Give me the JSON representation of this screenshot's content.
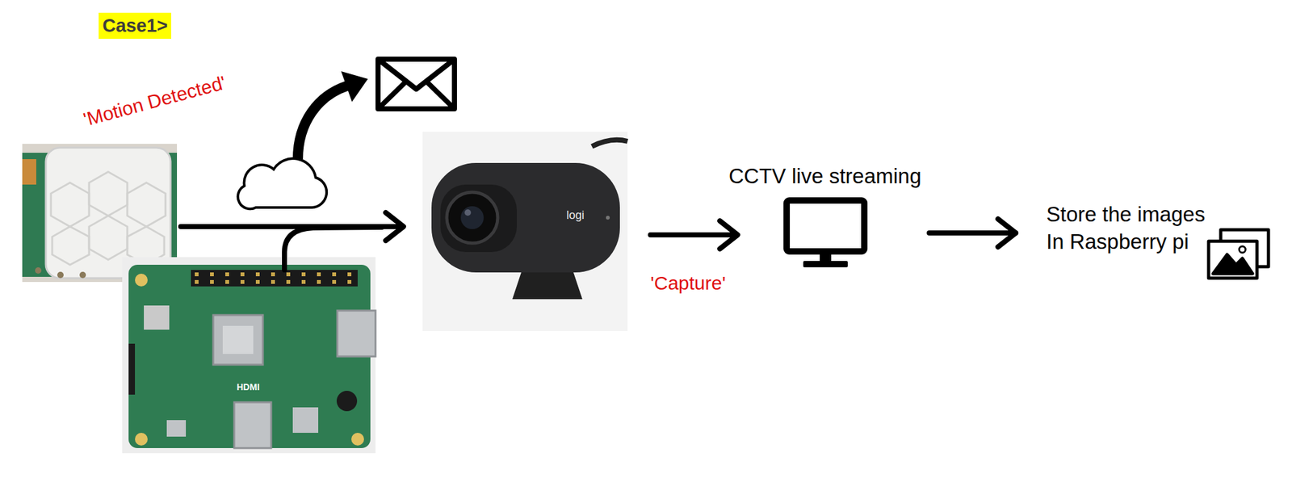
{
  "diagram": {
    "nodes": [
      {
        "text": [
          "CCTV live streaming"
        ]
      },
      {
        "text": [
          "Store the images In Raspberry pi"
        ]
      }
    ],
    "edges": [
      {
        "from": 0,
        "to": 1,
        "arrow": "to"
      }
    ],
    "labels": [
      "Case1>",
      "'Motion Detected'",
      "'Capture'",
      "logi",
      "HDMI"
    ]
  }
}
